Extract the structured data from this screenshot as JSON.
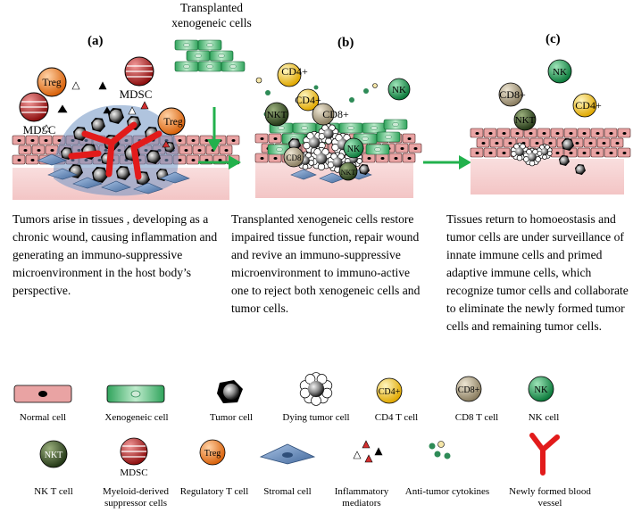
{
  "top_label": [
    "Transplanted",
    "xenogeneic cells"
  ],
  "panels": [
    {
      "label": "(a)",
      "cell_labels": {
        "treg1": "Treg",
        "mdsc1": "MDSC",
        "mdsc2": "MDSC",
        "treg2": "Treg"
      },
      "description": "Tumors arise in tissues , developing as a chronic wound, causing inflammation and generating an immuno-suppressive microenvironment in the host body’s perspective."
    },
    {
      "label": "(b)",
      "cell_labels": {
        "cd4a": "CD4+",
        "cd4b": "CD4+",
        "nk": "NK",
        "nkt": "NKT",
        "cd8": "CD8+",
        "cd8b": "CD8",
        "nk2": "NK",
        "nkt2": "NKT"
      },
      "description": "Transplanted xenogeneic cells restore impaired tissue function, repair wound and revive an immuno-suppressive microenvironment to immuno-active one to reject both xenogeneic cells and tumor cells."
    },
    {
      "label": "(c)",
      "cell_labels": {
        "nk": "NK",
        "cd8": "CD8+",
        "nkt": "NKT",
        "cd4": "CD4+"
      },
      "description": "Tissues return to homoeostasis and tumor cells are under surveillance of innate immune cells and primed adaptive immune cells, which recognize tumor cells and collaborate to eliminate the newly formed tumor cells and remaining tumor cells."
    }
  ],
  "legend_row1": [
    {
      "icon": "normal-cell-icon",
      "label": "Normal cell"
    },
    {
      "icon": "xenogeneic-cell-icon",
      "label": "Xenogeneic cell"
    },
    {
      "icon": "tumor-cell-icon",
      "label": "Tumor cell"
    },
    {
      "icon": "dying-tumor-cell-icon",
      "label": "Dying tumor cell"
    },
    {
      "icon": "cd4-t-cell-icon",
      "label": "CD4 T cell",
      "glyph": "CD4+"
    },
    {
      "icon": "cd8-t-cell-icon",
      "label": "CD8 T cell",
      "glyph": "CD8+"
    },
    {
      "icon": "nk-cell-icon",
      "label": "NK cell",
      "glyph": "NK"
    }
  ],
  "legend_row2": [
    {
      "icon": "nk-t-cell-icon",
      "label": "NK T cell",
      "glyph": "NKT"
    },
    {
      "icon": "mdsc-icon",
      "label": "Myeloid-derived suppressor cells",
      "glyph": "MDSC"
    },
    {
      "icon": "treg-icon",
      "label": "Regulatory T  cell",
      "glyph": "Treg"
    },
    {
      "icon": "stromal-cell-icon",
      "label": "Stromal cell"
    },
    {
      "icon": "inflammatory-mediators-icon",
      "label": "Inflammatory mediators"
    },
    {
      "icon": "cytokines-icon",
      "label": "Anti-tumor cytokines"
    },
    {
      "icon": "blood-vessel-icon",
      "label": "Newly formed blood vessel"
    }
  ],
  "colors": {
    "normal_cell": "#e9a3a3",
    "xenogeneic_cell": "#3cb371",
    "tissue_base": "#f6d6d6",
    "arrow": "#22b14c",
    "treg": "#f07d22",
    "mdsc": "#c62828",
    "cd4": "#f5c518",
    "cd8": "#b0a48a",
    "nk": "#1aa35a",
    "nkt": "#3f5a2a",
    "stromal": "#6f93c2",
    "vessel": "#e21b1b"
  }
}
